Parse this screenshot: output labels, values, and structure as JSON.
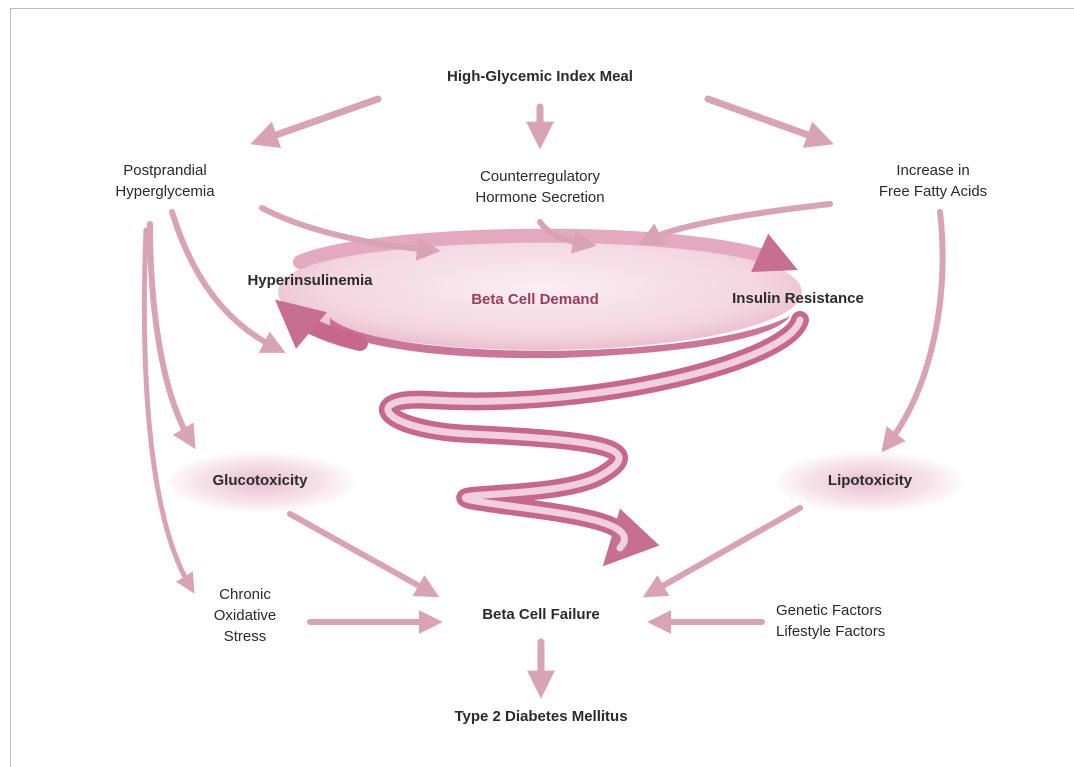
{
  "diagram": {
    "top_node": "High-Glycemic Index Meal",
    "cause_left": "Postprandial\nHyperglycemia",
    "cause_center": "Counterregulatory\nHormone Secretion",
    "cause_right": "Increase in\nFree Fatty Acids",
    "cycle_left": "Hyperinsulinemia",
    "cycle_center": "Beta Cell Demand",
    "cycle_right": "Insulin Resistance",
    "toxicity_left": "Glucotoxicity",
    "toxicity_right": "Lipotoxicity",
    "stress": "Chronic\nOxidative\nStress",
    "failure": "Beta Cell Failure",
    "other_factors": "Genetic Factors\nLifestyle Factors",
    "outcome": "Type 2 Diabetes Mellitus"
  },
  "colors": {
    "arrow": "#d9a3b6",
    "spiral": "#c76f8f",
    "spiral_light": "#f6e3ea",
    "emphasis_text": "#9a3d5e"
  }
}
